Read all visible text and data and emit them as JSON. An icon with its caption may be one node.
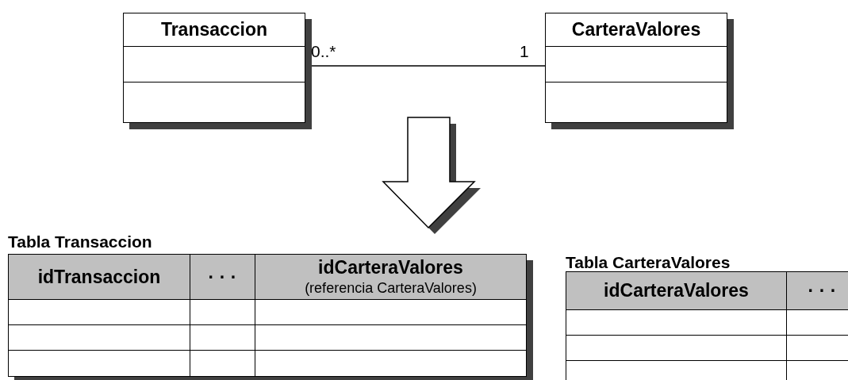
{
  "diagram": {
    "nodes": [
      {
        "text": [
          "Transaccion"
        ]
      },
      {
        "text": [
          "CarteraValores"
        ]
      }
    ],
    "edges": [
      {
        "from": 0,
        "to": 1,
        "arrow": "none"
      }
    ],
    "labels": [
      "0..*",
      "1",
      "Tabla Transaccion",
      "Tabla CarteraValores",
      "idTransaccion",
      "· · ·",
      "idCarteraValores",
      "(referencia CarteraValores)",
      "idCarteraValores",
      "· · ·"
    ]
  }
}
